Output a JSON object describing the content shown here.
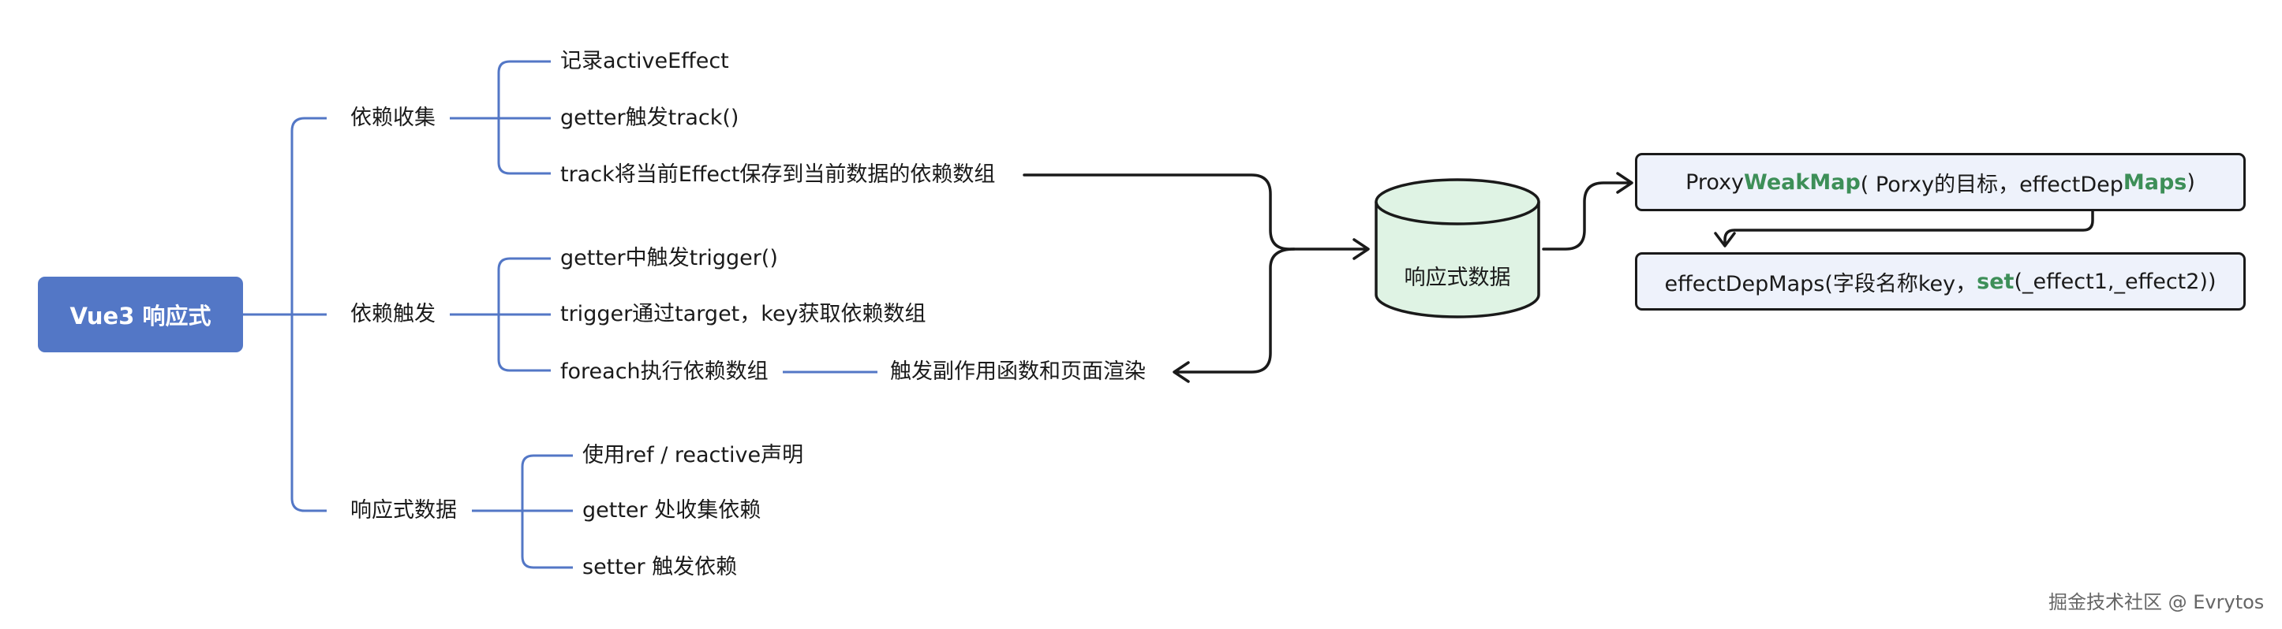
{
  "root": {
    "label": "Vue3 响应式"
  },
  "branches": [
    {
      "label": "依赖收集",
      "children": [
        "记录activeEffect",
        "getter触发track()",
        "track将当前Effect保存到当前数据的依赖数组"
      ]
    },
    {
      "label": "依赖触发",
      "children": [
        "getter中触发trigger()",
        "trigger通过target，key获取依赖数组",
        "foreach执行依赖数组"
      ]
    },
    {
      "label": "响应式数据",
      "children": [
        "使用ref / reactive声明",
        "getter 处收集依赖",
        "setter 触发依赖"
      ]
    }
  ],
  "side_effect_label": "触发副作用函数和页面渲染",
  "store_label": "响应式数据",
  "weakmap_box": {
    "t1": "Proxy",
    "t2": "WeakMap",
    "t3": "( Porxy的目标，effectDep",
    "t4": "Maps",
    "t5": ")"
  },
  "depmaps_box": {
    "t1": "effectDepMaps(字段名称key，",
    "t2": "set",
    "t3": "(_effect1,_effect2))"
  },
  "watermark": "掘金技术社区 @ Evrytos",
  "colors": {
    "branch_line": "#5377c6",
    "root_fill": "#5377c6",
    "arrow": "#1a1a1a",
    "cylinder_fill": "#dff3e4",
    "box_fill": "#eef2fb",
    "highlight": "#3d8f58"
  }
}
